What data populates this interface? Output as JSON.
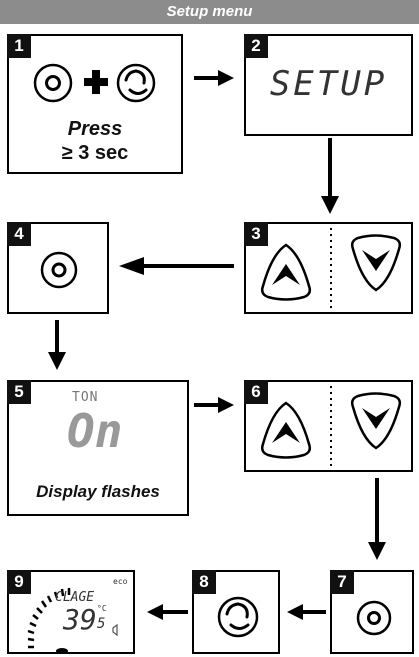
{
  "header": {
    "title": "Setup menu"
  },
  "steps": {
    "s1": {
      "num": "1",
      "caption_line1": "Press",
      "caption_line2": "≥ 3 sec"
    },
    "s2": {
      "num": "2",
      "display_text": "SETUP"
    },
    "s3": {
      "num": "3"
    },
    "s4": {
      "num": "4"
    },
    "s5": {
      "num": "5",
      "display_label": "TON",
      "display_value": "On",
      "caption": "Display flashes"
    },
    "s6": {
      "num": "6"
    },
    "s7": {
      "num": "7"
    },
    "s8": {
      "num": "8"
    },
    "s9": {
      "num": "9",
      "eco_label": "eco",
      "mode_text": "CLAGE",
      "temp_main": "39",
      "temp_decimal": "5",
      "unit": "°C"
    }
  },
  "colors": {
    "header_bg": "#8c8c8c",
    "box_border": "#000000",
    "number_bg": "#111111"
  }
}
